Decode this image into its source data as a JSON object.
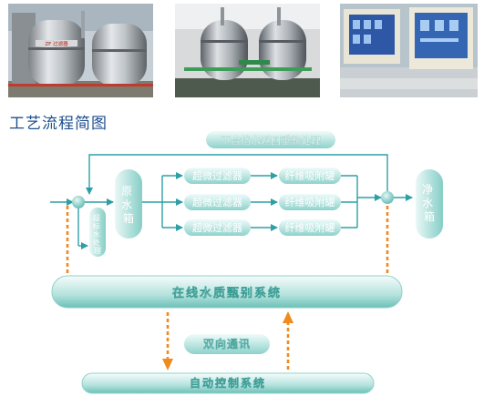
{
  "section_title": "工艺流程简图",
  "photos": [
    {
      "label_text": "ZF 过滤器"
    },
    {
      "label_text": ""
    },
    {
      "label_text": ""
    }
  ],
  "diagram": {
    "return_label": "不合格水返回重新处理",
    "raw_tank": "原水箱",
    "overflow_label": "超标水处理",
    "ultra_filters": [
      "超微过滤器",
      "超微过滤器",
      "超微过滤器"
    ],
    "fiber_tanks": [
      "纤维吸附罐",
      "纤维吸附罐",
      "纤维吸附罐"
    ],
    "clean_tank": "净水箱",
    "monitor_system": "在线水质甄别系统",
    "two_way_comm": "双向通讯",
    "auto_control": "自动控制系统"
  },
  "colors": {
    "box_fill_light": "#e4f7f6",
    "box_fill_dark": "#8fd5ce",
    "box_text": "#ffffff",
    "line": "#2d9fa6",
    "dashed_arrow": "#f08a1c",
    "title": "#1c4f8c"
  }
}
